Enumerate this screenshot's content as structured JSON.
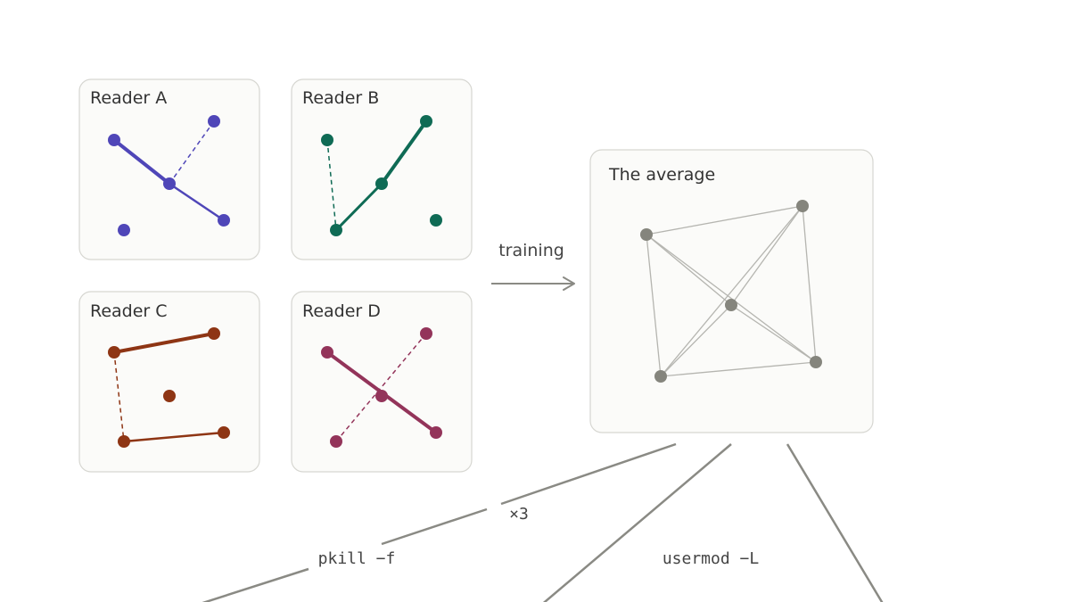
{
  "colors": {
    "reader_a": "#4f46b8",
    "reader_b": "#0f6b55",
    "reader_c": "#8e3514",
    "reader_d": "#93345a",
    "average_node": "#85857d",
    "average_edge": "#b5b5b0",
    "panel_bg": "#fbfbf9",
    "panel_border": "#d6d6d1",
    "arrow": "#8a8a84"
  },
  "readers": [
    {
      "title": "Reader A"
    },
    {
      "title": "Reader B"
    },
    {
      "title": "Reader C"
    },
    {
      "title": "Reader D"
    }
  ],
  "training_label": "training",
  "average": {
    "title": "The average"
  },
  "branches": [
    {
      "label": "pkill −f"
    },
    {
      "label": "×3"
    },
    {
      "label": "usermod −L"
    }
  ]
}
